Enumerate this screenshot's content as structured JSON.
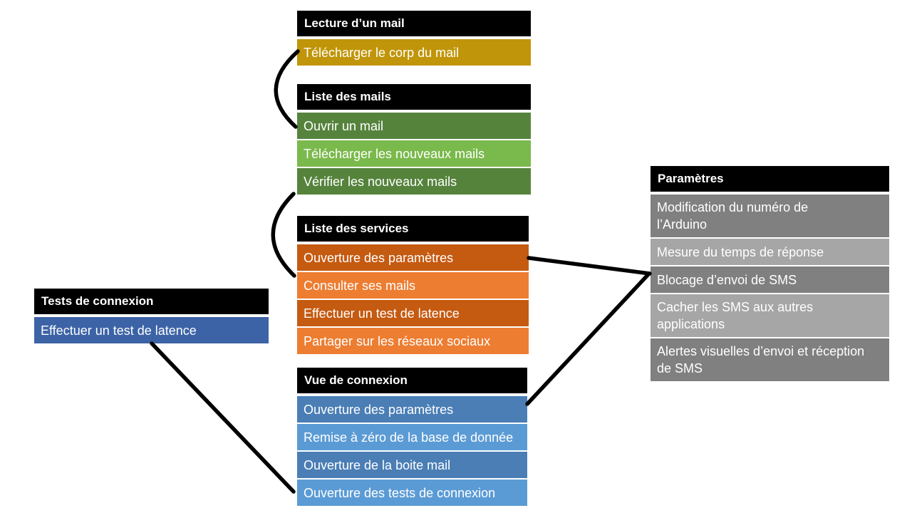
{
  "diagram": {
    "colors": {
      "background": "#FFFFFF",
      "header_bg": "#000000",
      "header_text": "#FFFFFF",
      "row_text": "#FFFFFF",
      "connector": "#000000",
      "gold": "#C09509",
      "green_dark": "#55833C",
      "green_light": "#7AB94B",
      "orange_dark": "#C55A11",
      "orange_light": "#ED7D31",
      "blue_left": "#3C63A6",
      "blue_dark": "#4A7EB5",
      "blue_light": "#5B9BD5",
      "gray_dark": "#808080",
      "gray_light": "#A6A6A6"
    },
    "boxes": [
      {
        "id": "lecture-mail",
        "title": "Lecture d’un mail",
        "rows": [
          {
            "label": "Télécharger le corp du mail",
            "color": "gold"
          }
        ]
      },
      {
        "id": "liste-mails",
        "title": "Liste des mails",
        "rows": [
          {
            "label": "Ouvrir un mail",
            "color": "green_dark"
          },
          {
            "label": "Télécharger les nouveaux mails",
            "color": "green_light"
          },
          {
            "label": "Vérifier les nouveaux mails",
            "color": "green_dark"
          }
        ]
      },
      {
        "id": "liste-services",
        "title": "Liste des services",
        "rows": [
          {
            "label": "Ouverture des paramètres",
            "color": "orange_dark"
          },
          {
            "label": "Consulter ses mails",
            "color": "orange_light"
          },
          {
            "label": "Effectuer un test de latence",
            "color": "orange_dark"
          },
          {
            "label": "Partager sur les réseaux sociaux",
            "color": "orange_light"
          }
        ]
      },
      {
        "id": "tests-connexion",
        "title": "Tests de connexion",
        "rows": [
          {
            "label": "Effectuer un test de latence",
            "color": "blue_left"
          }
        ]
      },
      {
        "id": "vue-connexion",
        "title": "Vue de connexion",
        "rows": [
          {
            "label": "Ouverture des paramètres",
            "color": "blue_dark"
          },
          {
            "label": "Remise à zéro de la base de donnée",
            "color": "blue_light"
          },
          {
            "label": "Ouverture de la boite mail",
            "color": "blue_dark"
          },
          {
            "label": "Ouverture des tests de connexion",
            "color": "blue_light"
          }
        ]
      },
      {
        "id": "parametres",
        "title": "Paramètres",
        "rows": [
          {
            "label": "Modification du numéro de\nl’Arduino",
            "color": "gray_dark"
          },
          {
            "label": "Mesure du temps de réponse",
            "color": "gray_light"
          },
          {
            "label": "Blocage d’envoi de SMS",
            "color": "gray_dark"
          },
          {
            "label": "Cacher les SMS aux autres\napplications",
            "color": "gray_light"
          },
          {
            "label": "Alertes visuelles d’envoi et réception\nde SMS",
            "color": "gray_dark"
          }
        ]
      }
    ],
    "connections": [
      {
        "from": "Lecture d’un mail / Télécharger le corp du mail",
        "to": "Liste des mails / Ouvrir un mail",
        "style": "arc"
      },
      {
        "from": "Liste des mails / Vérifier les nouveaux mails",
        "to": "Liste des services / Consulter ses mails",
        "style": "arc"
      },
      {
        "from": "Liste des services / Ouverture des paramètres",
        "to": "Paramètres / Blocage d’envoi de SMS",
        "style": "line"
      },
      {
        "from": "Vue de connexion / Ouverture des paramètres",
        "to": "Paramètres / Blocage d’envoi de SMS",
        "style": "line"
      },
      {
        "from": "Tests de connexion / Effectuer un test de latence",
        "to": "Vue de connexion / Ouverture des tests de connexion",
        "style": "line"
      }
    ]
  }
}
